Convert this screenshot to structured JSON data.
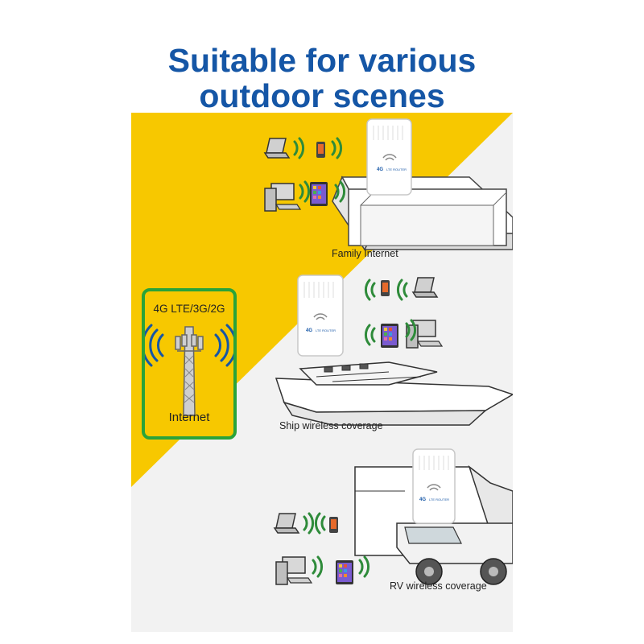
{
  "header": {
    "line1": "Suitable for various",
    "line2": "outdoor scenes"
  },
  "colors": {
    "title": "#1556a6",
    "yellow": "#f7c800",
    "green_border": "#2aa33a",
    "signal_green": "#2e8b3a",
    "background": "#f2f2f2"
  },
  "tower": {
    "top_label": "4G LTE/3G/2G",
    "bottom_label": "Internet"
  },
  "scenes": [
    {
      "caption": "Family Internet"
    },
    {
      "caption": "Ship wireless coverage"
    },
    {
      "caption": "RV wireless coverage"
    }
  ]
}
